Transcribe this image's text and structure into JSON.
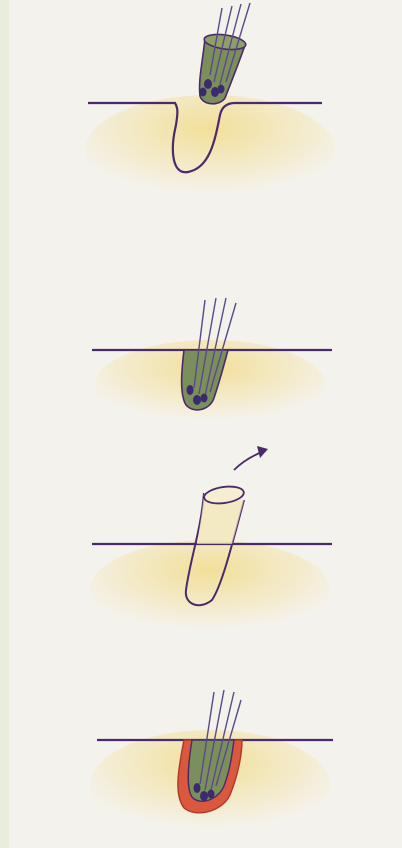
{
  "illustration": {
    "panels": [
      {
        "id": "panel-1"
      },
      {
        "id": "panel-2"
      },
      {
        "id": "panel-3"
      },
      {
        "id": "panel-4"
      }
    ],
    "colors": {
      "skin_line": "#4a2a6a",
      "skin_fill": "#f2dc8a",
      "graft": "#7b8f5c",
      "roots": "#3a2a6e",
      "hair": "#5a4a8a",
      "punch_outline": "#4a2a6a",
      "healing_ring": "#d9583e",
      "paper": "#f4f2ec"
    }
  }
}
